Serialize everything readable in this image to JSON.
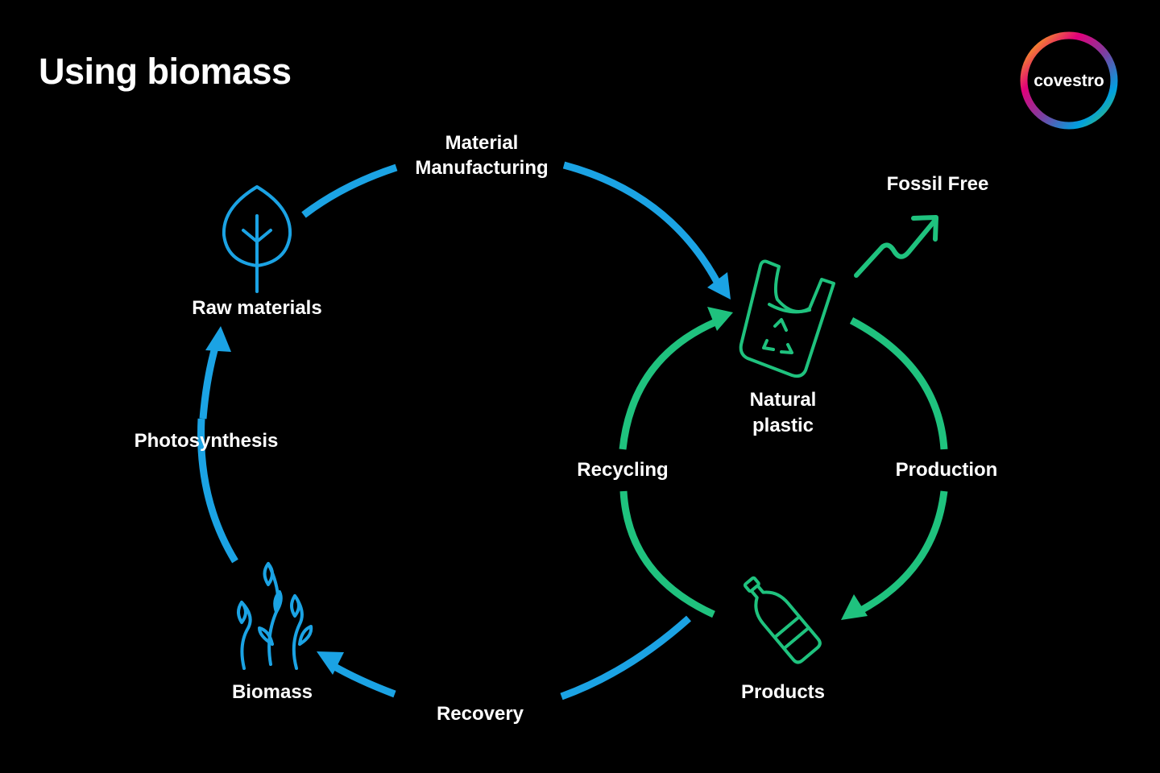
{
  "title": "Using biomass",
  "logo": {
    "text": "covestro"
  },
  "colors": {
    "background": "#000000",
    "blue_cycle": "#1BA3E4",
    "green_cycle": "#1FC27E",
    "text": "#FFFFFF"
  },
  "nodes": {
    "raw_materials": "Raw materials",
    "natural_plastic": [
      "Natural",
      "plastic"
    ],
    "products": "Products",
    "biomass": "Biomass",
    "fossil_free": "Fossil Free"
  },
  "edges": {
    "material_manufacturing": [
      "Material",
      "Manufacturing"
    ],
    "production": "Production",
    "recycling": "Recycling",
    "recovery": "Recovery",
    "photosynthesis": "Photosynthesis"
  },
  "icons": {
    "raw_materials": "leaf-icon",
    "natural_plastic": "plastic-bag-recycle-icon",
    "products": "bottle-icon",
    "biomass": "plants-icon",
    "fossil_free": "trend-up-arrow-icon"
  }
}
